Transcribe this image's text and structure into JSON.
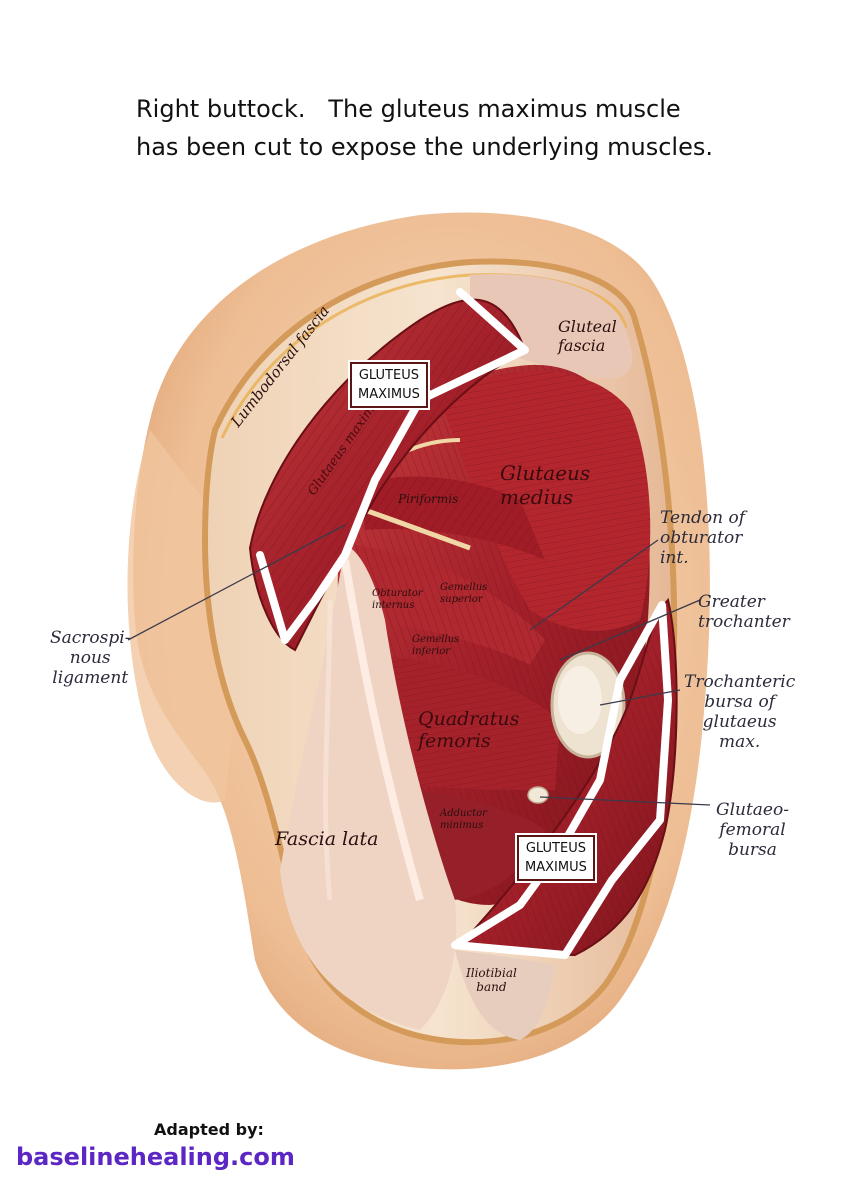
{
  "title": {
    "line1": "Right buttock.   The gluteus maximus muscle",
    "line2": "has been cut to expose the underlying muscles."
  },
  "boxes": {
    "upper": [
      "GLUTEUS",
      "MAXIMUS"
    ],
    "lower": [
      "GLUTEUS",
      "MAXIMUS"
    ]
  },
  "labels": {
    "gluteal_fascia": "Gluteal\nfascia",
    "lumbodorsal_fascia": "Lumbodorsal fascia",
    "gluteus_maximus_internal": "Glutaeus maximus",
    "gluteus_medius": "Glutaeus\nmedius",
    "piriformis": "Piriformis",
    "tendon_obturator": "Tendon of\nobturator\nint.",
    "greater_trochanter": "Greater\ntrochanter",
    "obturator_internus": "Obturator\ninternus",
    "gemellus_superior": "Gemellus\nsuperior",
    "gemellus_inferior": "Gemellus\ninferior",
    "sacrospinous": "Sacrospi-\nnous\nligament",
    "trochanteric_bursa": "Trochanteric\nbursa of\nglutaeus\nmax.",
    "quadratus_femoris": "Quadratus\nfemoris",
    "adductor_minimus": "Adductor\nminimus",
    "glutaeofemoral_bursa": "Glutaeo-\nfemoral\nbursa",
    "fascia_lata": "Fascia lata",
    "iliotibial_band": "Iliotibial\nband"
  },
  "credit": {
    "adapted_by": "Adapted by:",
    "site": "baselinehealing.com"
  },
  "colors": {
    "muscle": "#a8222a",
    "muscle_dark": "#7a1218",
    "skin": "#f2c9a4",
    "fascia": "#eadfc4",
    "cut_line": "#ffffff",
    "site_text": "#5b26c4"
  }
}
